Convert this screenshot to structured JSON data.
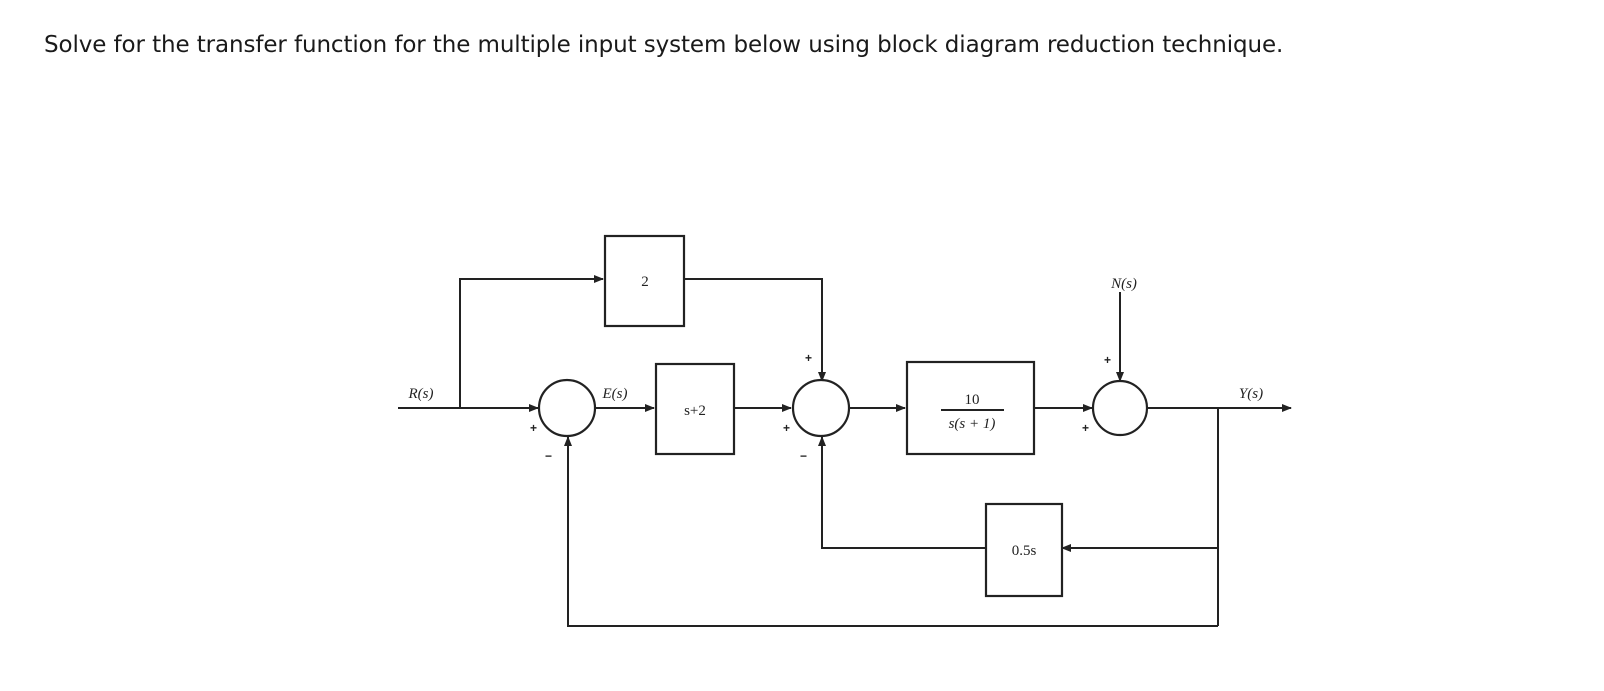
{
  "question": {
    "text": "Solve for the transfer function for the multiple input system below using block diagram reduction technique."
  },
  "diagram": {
    "signals": {
      "input": "R(s)",
      "error": "E(s)",
      "disturbance": "N(s)",
      "output": "Y(s)"
    },
    "blocks": {
      "feedforward": "2",
      "controller": "s+2",
      "plant_num": "10",
      "plant_den": "s(s + 1)",
      "feedback": "0.5s"
    },
    "signs": {
      "sum1_input": "+",
      "sum1_feedback": "−",
      "sum2_top": "+",
      "sum2_left": "+",
      "sum2_feedback": "−",
      "sum3_top": "+",
      "sum3_left": "+"
    }
  }
}
